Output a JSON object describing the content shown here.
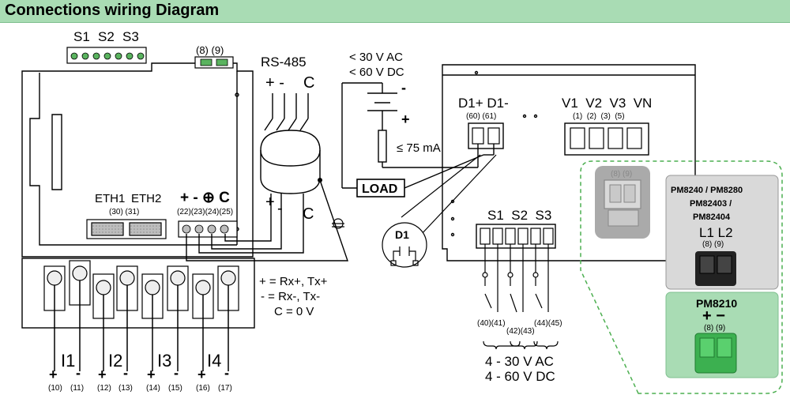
{
  "header": {
    "title": "Connections wiring Diagram"
  },
  "meter": {
    "top_terminals": {
      "s1": "S1",
      "s2": "S2",
      "s3": "S3"
    },
    "top_8_9": "(8) (9)",
    "eth": {
      "label1": "ETH1",
      "label2": "ETH2",
      "nums": "(30) (31)"
    },
    "rs485_terminal": {
      "symbols": "+ - ⊕ C",
      "nums": "(22)(23)(24)(25)"
    },
    "currents": {
      "i1": "I1",
      "i2": "I2",
      "i3": "I3",
      "i4": "I4",
      "plus": "+",
      "minus": "-",
      "n10": "(10)",
      "n11": "(11)",
      "n12": "(12)",
      "n13": "(13)",
      "n14": "(14)",
      "n15": "(15)",
      "n16": "(16)",
      "n17": "(17)"
    }
  },
  "rs485": {
    "title": "RS-485",
    "top_pm": "+ -",
    "top_c": "C",
    "cable_plus": "+",
    "cable_minus": "-",
    "cable_c": "C",
    "legend_1": "+ = Rx+, Tx+",
    "legend_2": "- = Rx-, Tx-",
    "legend_3": "C = 0 V"
  },
  "supply": {
    "ac": "< 30 V AC",
    "dc": "< 60 V DC",
    "minus": "-",
    "plus": "+",
    "fuse": "≤ 75 mA",
    "load": "LOAD"
  },
  "module": {
    "d1_label": "D1+ D1-",
    "d1_nums": "(60) (61)",
    "v_labels": "V1  V2  V3  VN",
    "v_nums": "(1)  (2)  (3)  (5)",
    "d1_zoom": "D1",
    "s_labels": "S1  S2  S3",
    "s_nums_top": "(40)(41)",
    "s_nums_mid": "(42)(43)",
    "s_nums_right": "(44)(45)",
    "supply_ac": "4 - 30 V AC",
    "supply_dc": "4 - 60 V DC"
  },
  "variants": {
    "grey_nums": "(8) (9)",
    "pm8240_line1": "PM8240 / PM8280",
    "pm8240_line2": "PM82403 /",
    "pm8240_line3": "PM82404",
    "l1l2": "L1 L2",
    "l1l2_nums": "(8) (9)",
    "pm8210": "PM8210",
    "pm8210_sym": "+ −",
    "pm8210_nums": "(8) (9)"
  },
  "colors": {
    "header": "#a9dcb4",
    "grey_box": "#d9d9d9",
    "green_box": "#a9dcb4",
    "dashed": "#4caf50"
  }
}
